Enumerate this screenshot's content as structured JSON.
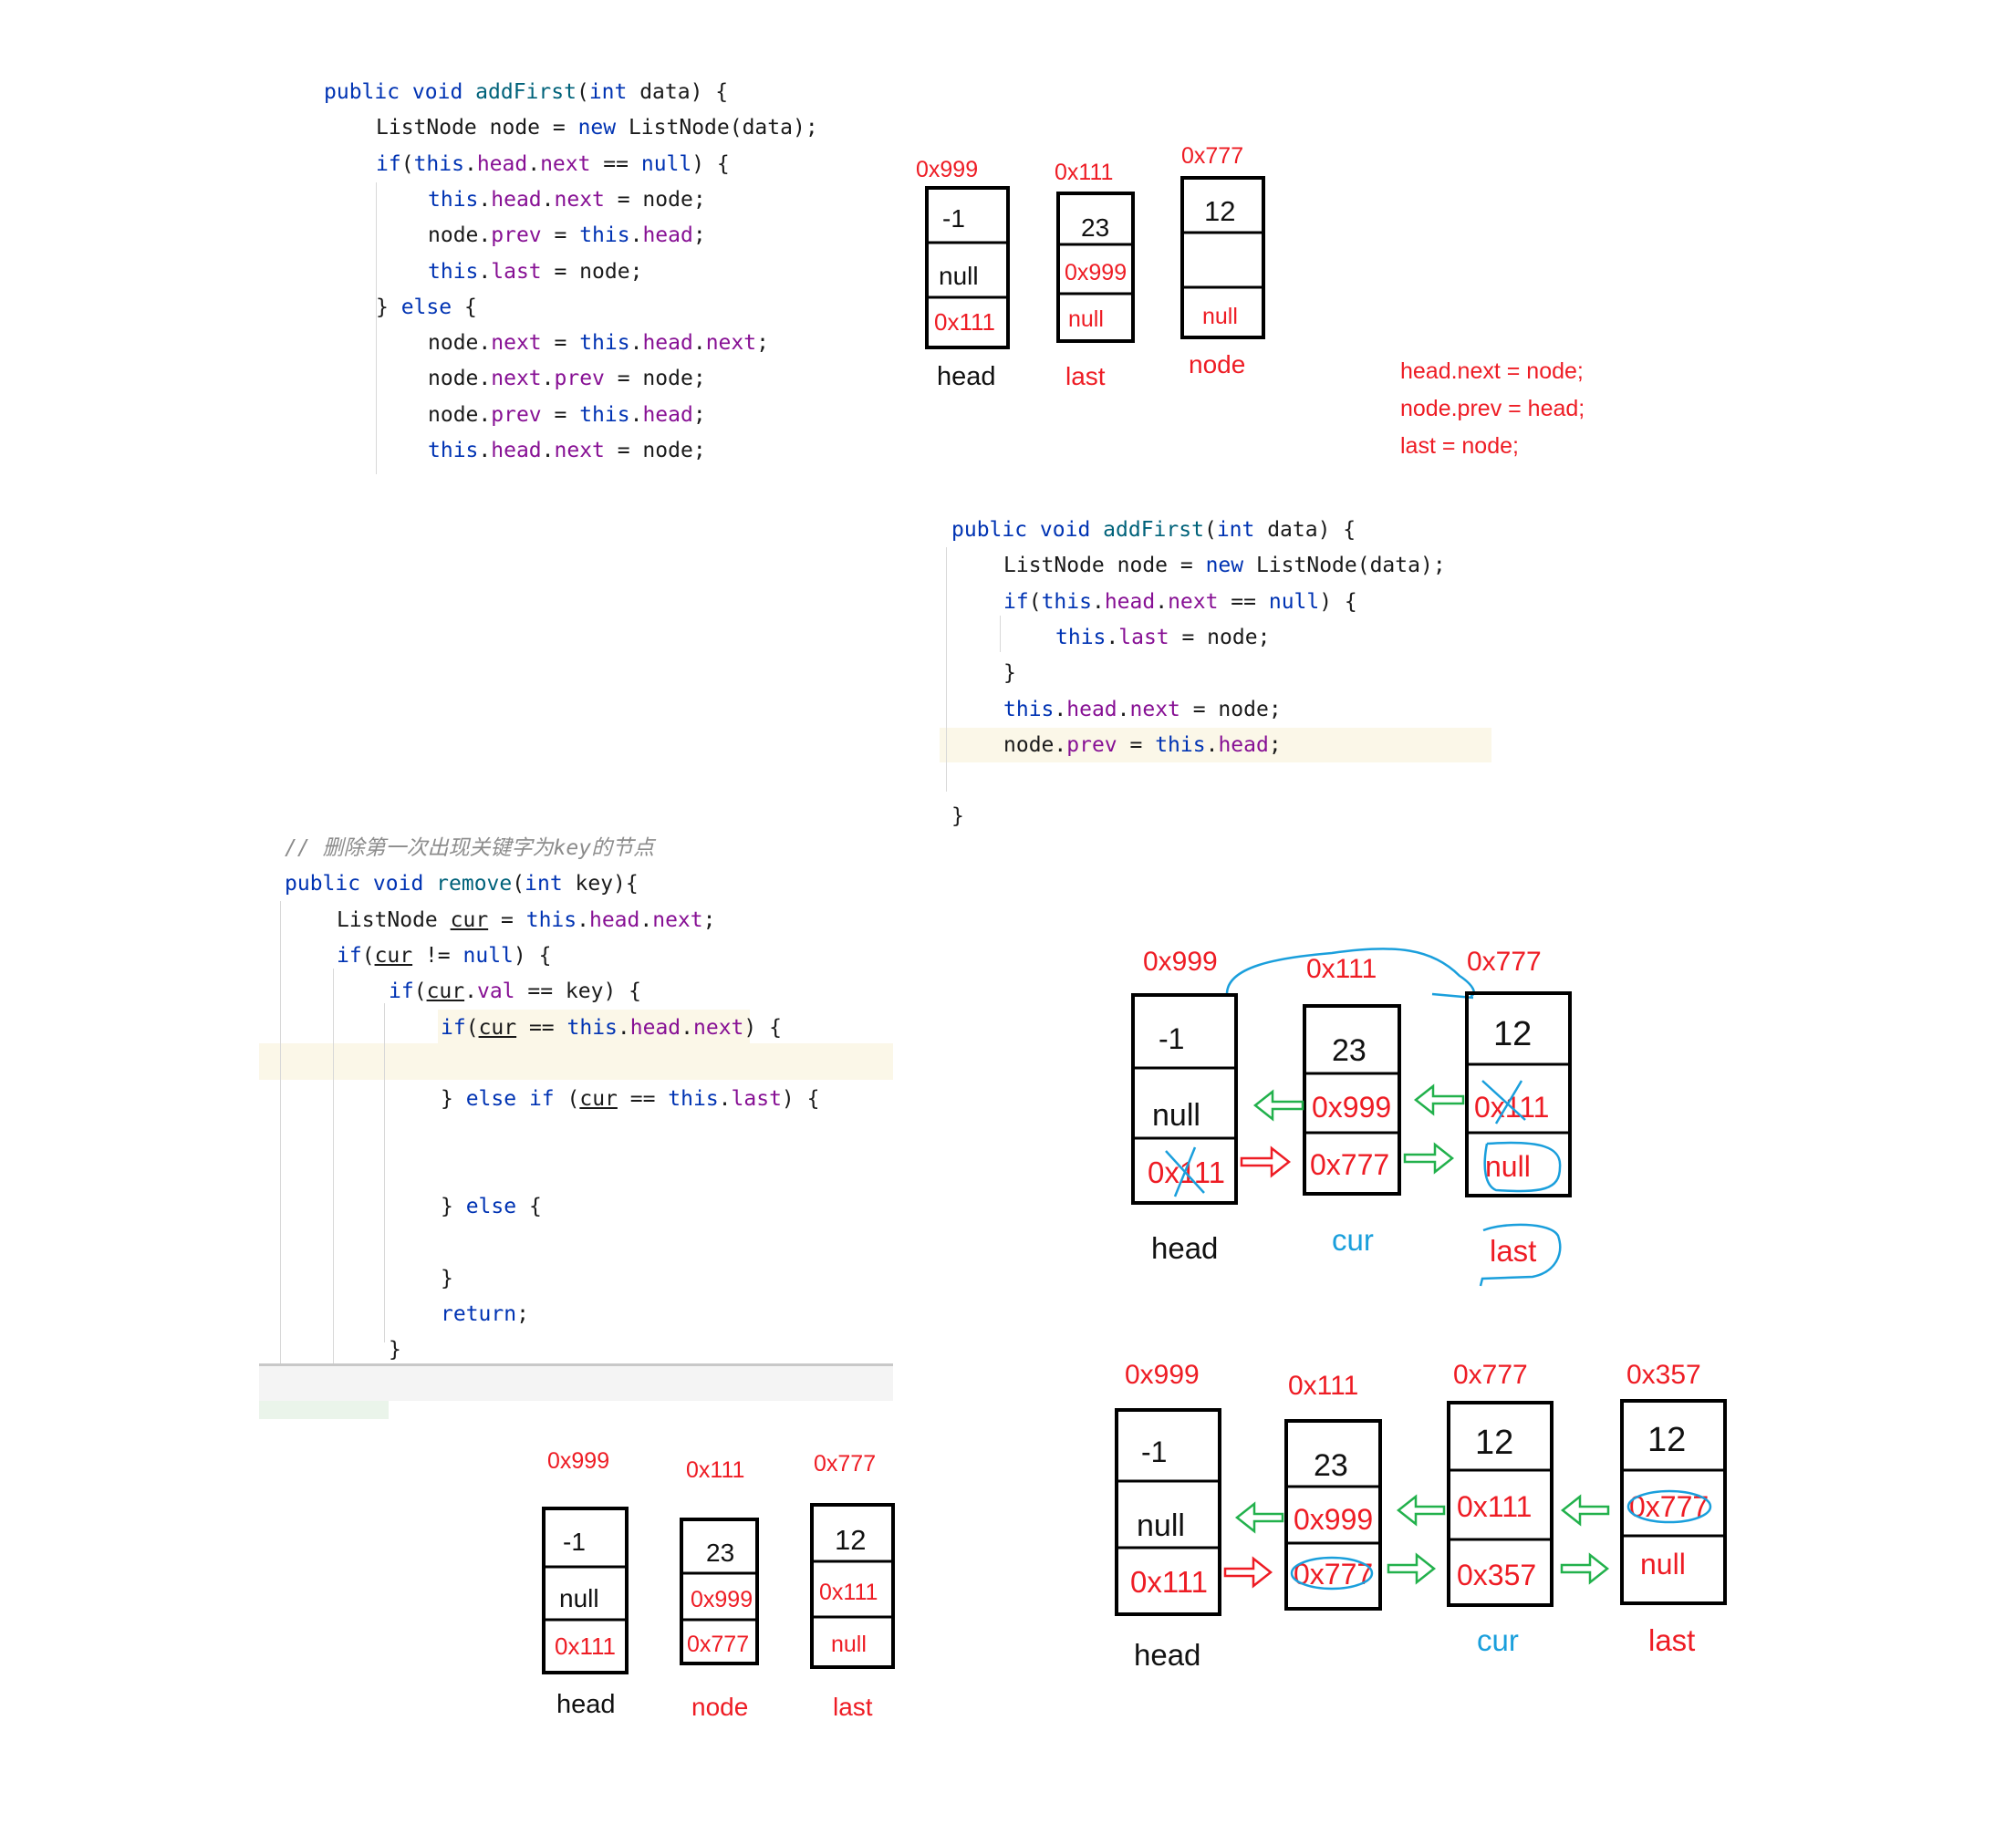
{
  "code_top_left": [
    {
      "indent": 0,
      "parts": [
        [
          "kw",
          "public void "
        ],
        [
          "fn",
          "addFirst"
        ],
        [
          "",
          "("
        ],
        [
          "kw",
          "int"
        ],
        [
          "",
          " data) {"
        ]
      ]
    },
    {
      "indent": 1,
      "parts": [
        [
          "",
          "ListNode node = "
        ],
        [
          "kw",
          "new"
        ],
        [
          "",
          " ListNode(data);"
        ]
      ]
    },
    {
      "indent": 1,
      "parts": [
        [
          "kw",
          "if"
        ],
        [
          "",
          "("
        ],
        [
          "kw",
          "this"
        ],
        [
          "",
          "."
        ],
        [
          "fld",
          "head"
        ],
        [
          "",
          "."
        ],
        [
          "fld",
          "next"
        ],
        [
          "",
          " == "
        ],
        [
          "kw",
          "null"
        ],
        [
          "",
          ") {"
        ]
      ]
    },
    {
      "indent": 2,
      "parts": [
        [
          "kw",
          "this"
        ],
        [
          "",
          "."
        ],
        [
          "fld",
          "head"
        ],
        [
          "",
          "."
        ],
        [
          "fld",
          "next"
        ],
        [
          "",
          " = node;"
        ]
      ]
    },
    {
      "indent": 2,
      "parts": [
        [
          "",
          "node."
        ],
        [
          "fld",
          "prev"
        ],
        [
          "",
          " = "
        ],
        [
          "kw",
          "this"
        ],
        [
          "",
          "."
        ],
        [
          "fld",
          "head"
        ],
        [
          "",
          ";"
        ]
      ]
    },
    {
      "indent": 2,
      "parts": [
        [
          "kw",
          "this"
        ],
        [
          "",
          "."
        ],
        [
          "fld",
          "last"
        ],
        [
          "",
          " = node;"
        ]
      ]
    },
    {
      "indent": 1,
      "parts": [
        [
          "",
          "} "
        ],
        [
          "kw",
          "else"
        ],
        [
          "",
          " {"
        ]
      ]
    },
    {
      "indent": 2,
      "parts": [
        [
          "",
          "node."
        ],
        [
          "fld",
          "next"
        ],
        [
          "",
          " = "
        ],
        [
          "kw",
          "this"
        ],
        [
          "",
          "."
        ],
        [
          "fld",
          "head"
        ],
        [
          "",
          "."
        ],
        [
          "fld",
          "next"
        ],
        [
          "",
          ";"
        ]
      ]
    },
    {
      "indent": 2,
      "parts": [
        [
          "",
          "node."
        ],
        [
          "fld",
          "next"
        ],
        [
          "",
          "."
        ],
        [
          "fld",
          "prev"
        ],
        [
          "",
          " = node;"
        ]
      ]
    },
    {
      "indent": 2,
      "parts": [
        [
          "",
          "node."
        ],
        [
          "fld",
          "prev"
        ],
        [
          "",
          " = "
        ],
        [
          "kw",
          "this"
        ],
        [
          "",
          "."
        ],
        [
          "fld",
          "head"
        ],
        [
          "",
          ";"
        ]
      ]
    },
    {
      "indent": 2,
      "parts": [
        [
          "kw",
          "this"
        ],
        [
          "",
          "."
        ],
        [
          "fld",
          "head"
        ],
        [
          "",
          "."
        ],
        [
          "fld",
          "next"
        ],
        [
          "",
          " = node;"
        ]
      ]
    }
  ],
  "code_middle": [
    {
      "indent": 0,
      "parts": [
        [
          "kw",
          "public void "
        ],
        [
          "fn",
          "addFirst"
        ],
        [
          "",
          "("
        ],
        [
          "kw",
          "int"
        ],
        [
          "",
          " data) {"
        ]
      ]
    },
    {
      "indent": 1,
      "parts": [
        [
          "",
          "ListNode node = "
        ],
        [
          "kw",
          "new"
        ],
        [
          "",
          " ListNode(data);"
        ]
      ]
    },
    {
      "indent": 1,
      "parts": [
        [
          "kw",
          "if"
        ],
        [
          "",
          "("
        ],
        [
          "kw",
          "this"
        ],
        [
          "",
          "."
        ],
        [
          "fld",
          "head"
        ],
        [
          "",
          "."
        ],
        [
          "fld",
          "next"
        ],
        [
          "",
          " == "
        ],
        [
          "kw",
          "null"
        ],
        [
          "",
          ") {"
        ]
      ]
    },
    {
      "indent": 2,
      "parts": [
        [
          "kw",
          "this"
        ],
        [
          "",
          "."
        ],
        [
          "fld",
          "last"
        ],
        [
          "",
          " = node;"
        ]
      ]
    },
    {
      "indent": 1,
      "parts": [
        [
          "",
          "}"
        ]
      ]
    },
    {
      "indent": 1,
      "parts": [
        [
          "kw",
          "this"
        ],
        [
          "",
          "."
        ],
        [
          "fld",
          "head"
        ],
        [
          "",
          "."
        ],
        [
          "fld",
          "next"
        ],
        [
          "",
          " = node;"
        ]
      ]
    },
    {
      "indent": 1,
      "parts": [
        [
          "",
          "node."
        ],
        [
          "fld",
          "prev"
        ],
        [
          "",
          " = "
        ],
        [
          "kw",
          "this"
        ],
        [
          "",
          "."
        ],
        [
          "fld",
          "head"
        ],
        [
          "",
          ";"
        ]
      ]
    },
    {
      "indent": 0,
      "parts": []
    },
    {
      "indent": 0,
      "parts": [
        [
          "",
          "}"
        ]
      ]
    }
  ],
  "code_remove": [
    {
      "indent": 0,
      "parts": [
        [
          "cm",
          "// 删除第一次出现关键字为key的节点"
        ]
      ]
    },
    {
      "indent": 0,
      "parts": [
        [
          "kw",
          "public void "
        ],
        [
          "fn",
          "remove"
        ],
        [
          "",
          "("
        ],
        [
          "kw",
          "int"
        ],
        [
          "",
          " key){"
        ]
      ]
    },
    {
      "indent": 1,
      "parts": [
        [
          "",
          "ListNode "
        ],
        [
          "ul",
          "cur"
        ],
        [
          "",
          " = "
        ],
        [
          "kw",
          "this"
        ],
        [
          "",
          "."
        ],
        [
          "fld",
          "head"
        ],
        [
          "",
          "."
        ],
        [
          "fld",
          "next"
        ],
        [
          "",
          ";"
        ]
      ]
    },
    {
      "indent": 1,
      "parts": [
        [
          "kw",
          "if"
        ],
        [
          "",
          "("
        ],
        [
          "ul",
          "cur"
        ],
        [
          "",
          " != "
        ],
        [
          "kw",
          "null"
        ],
        [
          "",
          ") {"
        ]
      ]
    },
    {
      "indent": 2,
      "parts": [
        [
          "kw",
          "if"
        ],
        [
          "",
          "("
        ],
        [
          "ul",
          "cur"
        ],
        [
          "",
          "."
        ],
        [
          "fld",
          "val"
        ],
        [
          "",
          " == key) {"
        ]
      ]
    },
    {
      "indent": 3,
      "parts": [
        [
          "kw",
          "if"
        ],
        [
          "",
          "("
        ],
        [
          "ul",
          "cur"
        ],
        [
          "",
          " == "
        ],
        [
          "kw",
          "this"
        ],
        [
          "",
          "."
        ],
        [
          "fld",
          "head"
        ],
        [
          "",
          "."
        ],
        [
          "fld",
          "next"
        ],
        [
          "",
          ") {"
        ]
      ]
    },
    {
      "indent": 0,
      "parts": []
    },
    {
      "indent": 3,
      "parts": [
        [
          "",
          "} "
        ],
        [
          "kw",
          "else if"
        ],
        [
          "",
          " ("
        ],
        [
          "ul",
          "cur"
        ],
        [
          "",
          " == "
        ],
        [
          "kw",
          "this"
        ],
        [
          "",
          "."
        ],
        [
          "fld",
          "last"
        ],
        [
          "",
          ") {"
        ]
      ]
    },
    {
      "indent": 0,
      "parts": []
    },
    {
      "indent": 0,
      "parts": []
    },
    {
      "indent": 3,
      "parts": [
        [
          "",
          "} "
        ],
        [
          "kw",
          "else"
        ],
        [
          "",
          " {"
        ]
      ]
    },
    {
      "indent": 0,
      "parts": []
    },
    {
      "indent": 3,
      "parts": [
        [
          "",
          "}"
        ]
      ]
    },
    {
      "indent": 3,
      "parts": [
        [
          "kw",
          "return"
        ],
        [
          "",
          ";"
        ]
      ]
    },
    {
      "indent": 2,
      "parts": [
        [
          "",
          "}"
        ]
      ]
    }
  ],
  "diagram_top": {
    "nodes": [
      {
        "addr": "0x999",
        "cells": [
          "-1",
          "null",
          "0x111"
        ],
        "name": "head"
      },
      {
        "addr": "0x111",
        "cells": [
          "23",
          "0x999",
          "null"
        ],
        "name": "last"
      },
      {
        "addr": "0x777",
        "cells": [
          "12",
          "",
          "null"
        ],
        "name": "node"
      }
    ]
  },
  "notes_top": [
    "head.next = node;",
    "node.prev = head;",
    "last = node;"
  ],
  "diagram_mid": {
    "nodes": [
      {
        "addr": "0x999",
        "cells": [
          "-1",
          "null",
          "0x111"
        ],
        "name": "head"
      },
      {
        "addr": "0x111",
        "cells": [
          "23",
          "0x999",
          "0x777"
        ],
        "name": "cur"
      },
      {
        "addr": "0x777",
        "cells": [
          "12",
          "0x111",
          "null"
        ],
        "name": "last"
      }
    ]
  },
  "diagram_bottom_left": {
    "nodes": [
      {
        "addr": "0x999",
        "cells": [
          "-1",
          "null",
          "0x111"
        ],
        "name": "head"
      },
      {
        "addr": "0x111",
        "cells": [
          "23",
          "0x999",
          "0x777"
        ],
        "name": "node"
      },
      {
        "addr": "0x777",
        "cells": [
          "12",
          "0x111",
          "null"
        ],
        "name": "last"
      }
    ]
  },
  "diagram_bottom_right": {
    "nodes": [
      {
        "addr": "0x999",
        "cells": [
          "-1",
          "null",
          "0x111"
        ],
        "name": "head"
      },
      {
        "addr": "0x111",
        "cells": [
          "23",
          "0x999",
          "0x777"
        ],
        "name": ""
      },
      {
        "addr": "0x777",
        "cells": [
          "12",
          "0x111",
          "0x357"
        ],
        "name": "cur"
      },
      {
        "addr": "0x357",
        "cells": [
          "12",
          "0x777",
          "null"
        ],
        "name": "last"
      }
    ]
  }
}
